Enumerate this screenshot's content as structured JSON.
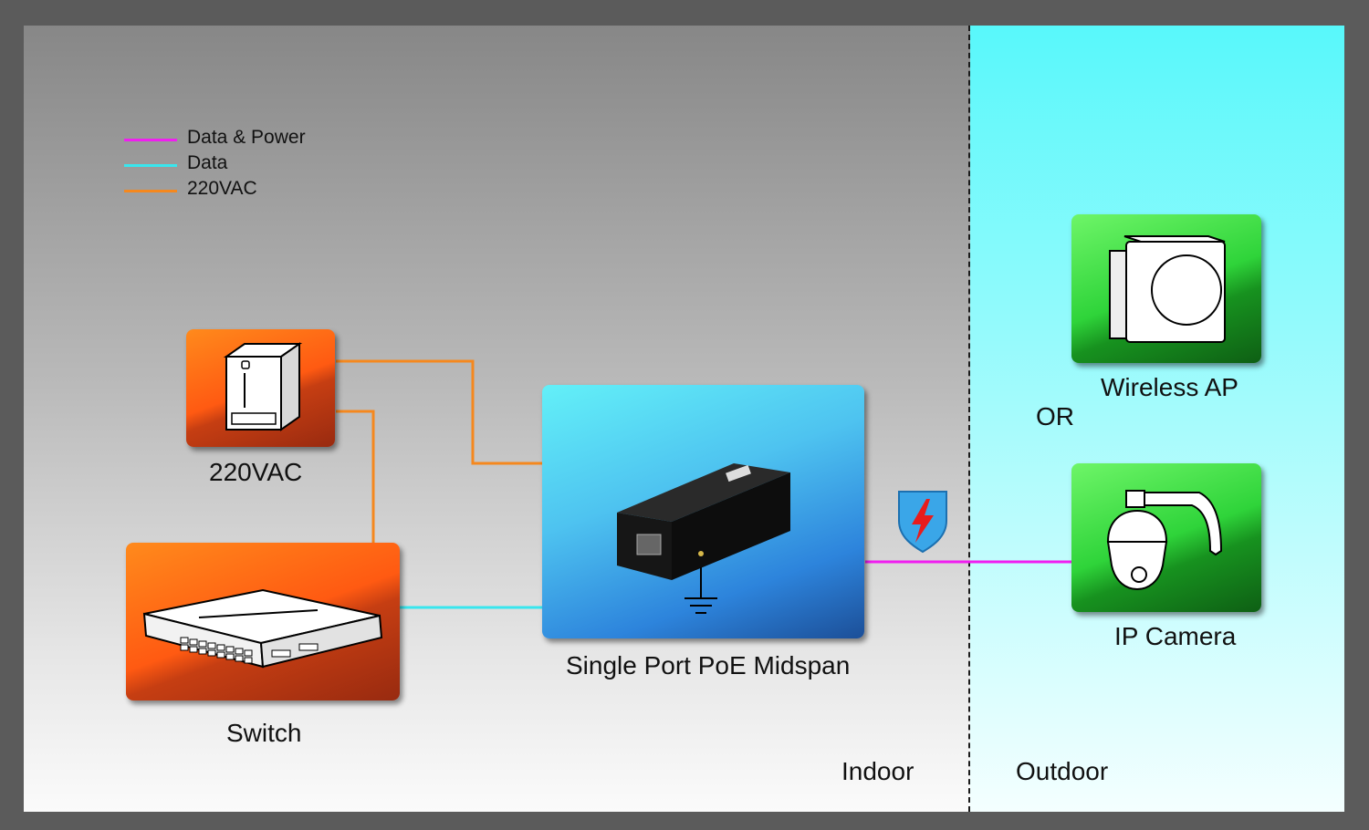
{
  "legend": [
    {
      "label": "Data & Power",
      "color": "#f01ef0"
    },
    {
      "label": "Data",
      "color": "#38e6ee"
    },
    {
      "label": "220VAC",
      "color": "#f5881e"
    }
  ],
  "nodes": {
    "power": {
      "label": "220VAC",
      "icon": "ups-power-supply-icon"
    },
    "switch": {
      "label": "Switch",
      "icon": "network-switch-icon"
    },
    "midspan": {
      "label": "Single Port PoE Midspan",
      "icon": "poe-injector-icon"
    },
    "wireless_ap": {
      "label": "Wireless AP",
      "icon": "wireless-access-point-icon"
    },
    "ip_camera": {
      "label": "IP Camera",
      "icon": "ptz-camera-icon"
    }
  },
  "or_label": "OR",
  "zones": {
    "indoor": "Indoor",
    "outdoor": "Outdoor"
  },
  "surge_icon": "lightning-shield-icon",
  "colors": {
    "data_power": "#f01ef0",
    "data": "#38e6ee",
    "ac_power": "#f5881e"
  }
}
